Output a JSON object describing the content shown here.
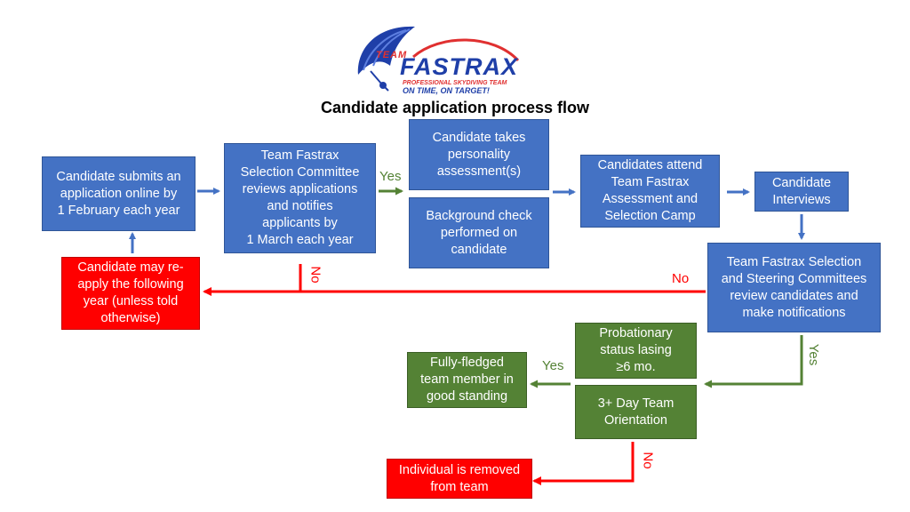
{
  "logo": {
    "team": "TEAM",
    "brand": "FASTRAX",
    "tagline": "PROFESSIONAL SKYDIVING TEAM",
    "slogan": "ON TIME, ON TARGET!"
  },
  "title": "Candidate application process flow",
  "colors": {
    "blue": "#4472c4",
    "green": "#548235",
    "red": "#ff0000"
  },
  "boxes": {
    "submit": "Candidate submits an\napplication online by\n1 February each year",
    "review": "Team Fastrax\nSelection Committee\nreviews applications\nand notifies\napplicants by\n1 March each year",
    "personality": "Candidate takes\npersonality\nassessment(s)",
    "background": "Background check\nperformed on\ncandidate",
    "camp": "Candidates attend\nTeam Fastrax\nAssessment and\nSelection Camp",
    "interviews": "Candidate\nInterviews",
    "steering": "Team Fastrax Selection\nand Steering Committees\nreview candidates and\nmake notifications",
    "reapply": "Candidate may re-\napply the following\nyear (unless told\notherwise)",
    "probation": "Probationary\nstatus lasing\n≥6 mo.",
    "orientation": "3+ Day Team\nOrientation",
    "fullmember": "Fully-fledged\nteam member in\ngood standing",
    "removed": "Individual is removed\nfrom team"
  },
  "labels": {
    "yes_review": "Yes",
    "no_review": "No",
    "no_steering": "No",
    "yes_steering": "Yes",
    "yes_orientation": "Yes",
    "no_orientation": "No"
  }
}
